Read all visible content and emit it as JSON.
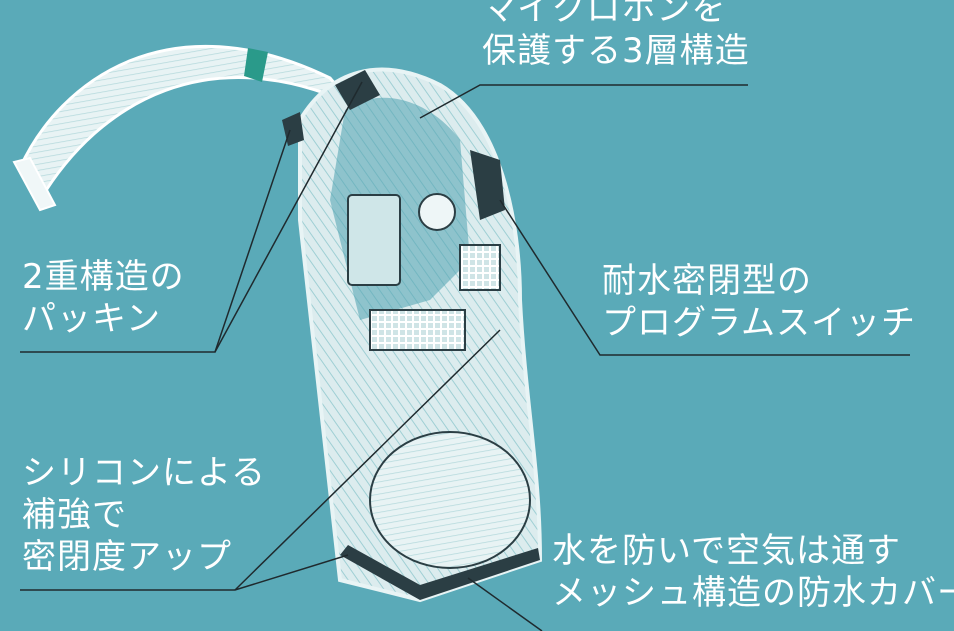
{
  "background_color": "#5aaab8",
  "line_color": "#1f2a2e",
  "label_color": "#ffffff",
  "device_colors": {
    "body": "#d9ecee",
    "hatch": "#8ec6cc",
    "tube": "#ffffff",
    "tube_band": "#2a9a8a",
    "dark": "#2b3e44"
  },
  "labels": {
    "microphone": {
      "lines": [
        "マイクロホンを",
        "保護する3層構造"
      ]
    },
    "packing": {
      "lines": [
        "2重構造の",
        "パッキン"
      ]
    },
    "switch": {
      "lines": [
        "耐水密閉型の",
        "プログラムスイッチ"
      ]
    },
    "silicone": {
      "lines": [
        "シリコンによる",
        "補強で",
        "密閉度アップ"
      ]
    },
    "cover": {
      "lines": [
        "水を防いで空気は通す",
        "メッシュ構造の防水カバー"
      ]
    }
  }
}
